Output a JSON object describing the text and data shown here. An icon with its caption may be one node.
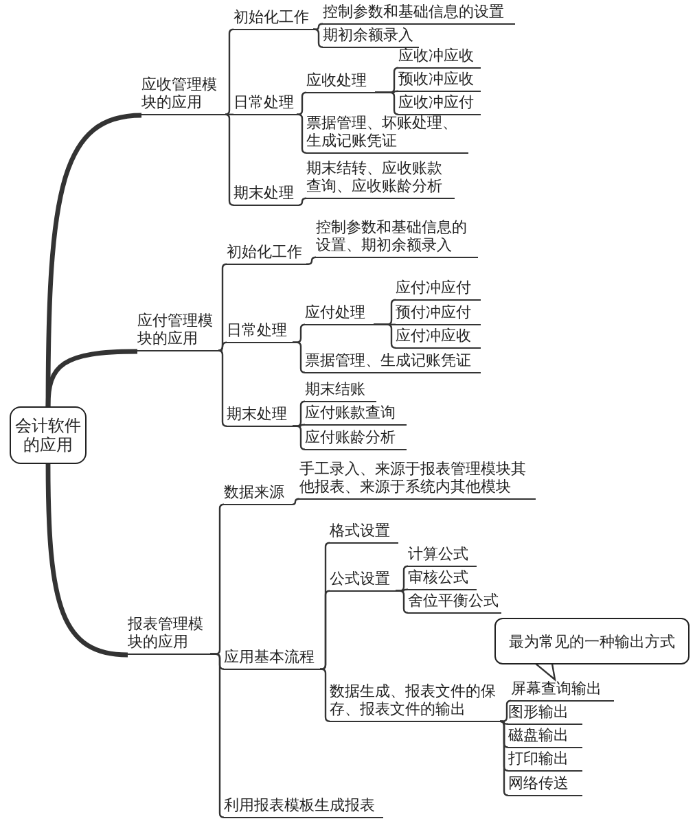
{
  "diagram": {
    "nodes": [
      {
        "text": [
          "会计软件的应用"
        ]
      },
      {
        "text": [
          "应收管理模块的应用"
        ]
      },
      {
        "text": [
          "初始化工作"
        ]
      },
      {
        "text": [
          "控制参数和基础信息的设置"
        ]
      },
      {
        "text": [
          "期初余额录入"
        ]
      },
      {
        "text": [
          "日常处理"
        ]
      },
      {
        "text": [
          "应收处理"
        ]
      },
      {
        "text": [
          "应收冲应收"
        ]
      },
      {
        "text": [
          "预收冲应收"
        ]
      },
      {
        "text": [
          "应收冲应付"
        ]
      },
      {
        "text": [
          "票据管理、坏账处理、生成记账凭证"
        ]
      },
      {
        "text": [
          "期末处理"
        ]
      },
      {
        "text": [
          "期末结转、应收账款查询、应收账龄分析"
        ]
      },
      {
        "text": [
          "应付管理模块的应用"
        ]
      },
      {
        "text": [
          "初始化工作"
        ]
      },
      {
        "text": [
          "控制参数和基础信息的设置、期初余额录入"
        ]
      },
      {
        "text": [
          "日常处理"
        ]
      },
      {
        "text": [
          "应付处理"
        ]
      },
      {
        "text": [
          "应付冲应付"
        ]
      },
      {
        "text": [
          "预付冲应付"
        ]
      },
      {
        "text": [
          "应付冲应收"
        ]
      },
      {
        "text": [
          "票据管理、生成记账凭证"
        ]
      },
      {
        "text": [
          "期末处理"
        ]
      },
      {
        "text": [
          "期末结账"
        ]
      },
      {
        "text": [
          "应付账款查询"
        ]
      },
      {
        "text": [
          "应付账龄分析"
        ]
      },
      {
        "text": [
          "报表管理模块的应用"
        ]
      },
      {
        "text": [
          "数据来源"
        ]
      },
      {
        "text": [
          "手工录入、来源于报表管理模块其他报表、来源于系统内其他模块"
        ]
      },
      {
        "text": [
          "应用基本流程"
        ]
      },
      {
        "text": [
          "格式设置"
        ]
      },
      {
        "text": [
          "公式设置"
        ]
      },
      {
        "text": [
          "计算公式"
        ]
      },
      {
        "text": [
          "审核公式"
        ]
      },
      {
        "text": [
          "舍位平衡公式"
        ]
      },
      {
        "text": [
          "数据生成、报表文件的保存、报表文件的输出"
        ]
      },
      {
        "text": [
          "最为常见的一种输出方式"
        ]
      },
      {
        "text": [
          "屏幕查询输出"
        ]
      },
      {
        "text": [
          "图形输出"
        ]
      },
      {
        "text": [
          "磁盘输出"
        ]
      },
      {
        "text": [
          "打印输出"
        ]
      },
      {
        "text": [
          "网络传送"
        ]
      },
      {
        "text": [
          "利用报表模板生成报表"
        ]
      }
    ],
    "edges": [
      {
        "from": 0,
        "to": 1,
        "arrow": "none",
        "style": "thick"
      },
      {
        "from": 1,
        "to": 2,
        "arrow": "none"
      },
      {
        "from": 2,
        "to": 3,
        "arrow": "none"
      },
      {
        "from": 2,
        "to": 4,
        "arrow": "none"
      },
      {
        "from": 1,
        "to": 5,
        "arrow": "none"
      },
      {
        "from": 5,
        "to": 6,
        "arrow": "none"
      },
      {
        "from": 6,
        "to": 7,
        "arrow": "none"
      },
      {
        "from": 6,
        "to": 8,
        "arrow": "none"
      },
      {
        "from": 6,
        "to": 9,
        "arrow": "none"
      },
      {
        "from": 5,
        "to": 10,
        "arrow": "none"
      },
      {
        "from": 1,
        "to": 11,
        "arrow": "none"
      },
      {
        "from": 11,
        "to": 12,
        "arrow": "none"
      },
      {
        "from": 0,
        "to": 13,
        "arrow": "none",
        "style": "thick"
      },
      {
        "from": 13,
        "to": 14,
        "arrow": "none"
      },
      {
        "from": 14,
        "to": 15,
        "arrow": "none"
      },
      {
        "from": 13,
        "to": 16,
        "arrow": "none"
      },
      {
        "from": 16,
        "to": 17,
        "arrow": "none"
      },
      {
        "from": 17,
        "to": 18,
        "arrow": "none"
      },
      {
        "from": 17,
        "to": 19,
        "arrow": "none"
      },
      {
        "from": 17,
        "to": 20,
        "arrow": "none"
      },
      {
        "from": 16,
        "to": 21,
        "arrow": "none"
      },
      {
        "from": 13,
        "to": 22,
        "arrow": "none"
      },
      {
        "from": 22,
        "to": 23,
        "arrow": "none"
      },
      {
        "from": 22,
        "to": 24,
        "arrow": "none"
      },
      {
        "from": 22,
        "to": 25,
        "arrow": "none"
      },
      {
        "from": 0,
        "to": 26,
        "arrow": "none",
        "style": "thick"
      },
      {
        "from": 26,
        "to": 27,
        "arrow": "none"
      },
      {
        "from": 27,
        "to": 28,
        "arrow": "none"
      },
      {
        "from": 26,
        "to": 29,
        "arrow": "none"
      },
      {
        "from": 29,
        "to": 30,
        "arrow": "none"
      },
      {
        "from": 29,
        "to": 31,
        "arrow": "none"
      },
      {
        "from": 31,
        "to": 32,
        "arrow": "none"
      },
      {
        "from": 31,
        "to": 33,
        "arrow": "none"
      },
      {
        "from": 31,
        "to": 34,
        "arrow": "none"
      },
      {
        "from": 29,
        "to": 35,
        "arrow": "none"
      },
      {
        "from": 35,
        "to": 37,
        "arrow": "none"
      },
      {
        "from": 35,
        "to": 38,
        "arrow": "none"
      },
      {
        "from": 35,
        "to": 39,
        "arrow": "none"
      },
      {
        "from": 35,
        "to": 40,
        "arrow": "none"
      },
      {
        "from": 35,
        "to": 41,
        "arrow": "none"
      },
      {
        "from": 26,
        "to": 42,
        "arrow": "none"
      },
      {
        "from": 36,
        "to": 37,
        "arrow": "to"
      }
    ]
  }
}
